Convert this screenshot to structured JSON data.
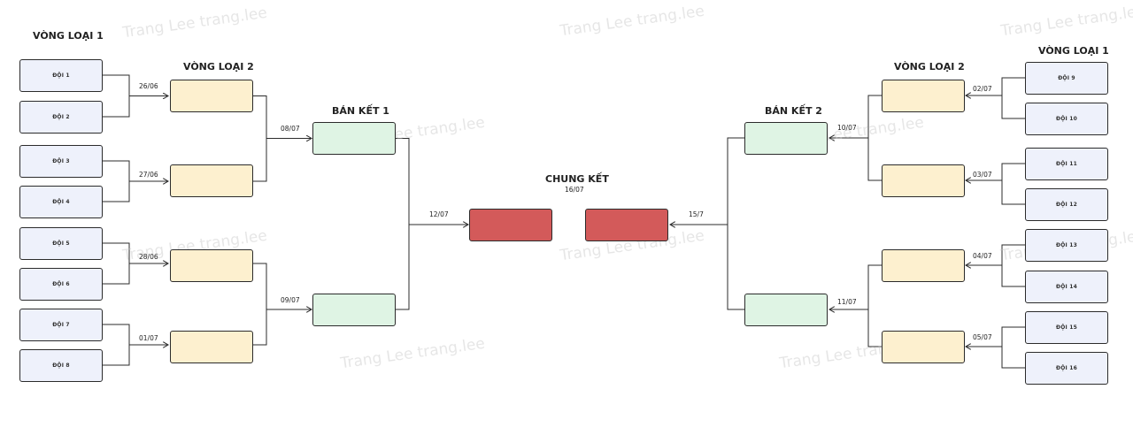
{
  "headers": {
    "left_r1": "VÒNG LOẠI 1",
    "left_r2": "VÒNG LOẠI 2",
    "left_sf": "BÁN KẾT 1",
    "final": "CHUNG KẾT",
    "final_date": "16/07",
    "right_sf": "BÁN KẾT 2",
    "right_r2": "VÒNG LOẠI 2",
    "right_r1": "VÒNG LOẠI 1"
  },
  "teams": [
    "ĐỘI 1",
    "ĐỘI 2",
    "ĐỘI 3",
    "ĐỘI 4",
    "ĐỘI 5",
    "ĐỘI 6",
    "ĐỘI 7",
    "ĐỘI 8",
    "ĐỘI 9",
    "ĐỘI 10",
    "ĐỘI 11",
    "ĐỘI 12",
    "ĐỘI 13",
    "ĐỘI 14",
    "ĐỘI 15",
    "ĐỘI 16"
  ],
  "dates": {
    "r1_left": [
      "26/06",
      "27/06",
      "28/06",
      "01/07"
    ],
    "sf_left": [
      "08/07",
      "09/07"
    ],
    "final_left": "12/07",
    "r1_right": [
      "02/07",
      "03/07",
      "04/07",
      "05/07"
    ],
    "sf_right": [
      "10/07",
      "11/07"
    ],
    "final_right": "15/7"
  },
  "watermark": "Trang Lee trang.lee",
  "colors": {
    "team": "#eef1fb",
    "round2": "#fdf0cf",
    "semifinal": "#dff4e4",
    "final": "#d35a5a",
    "line": "#2b2b2b"
  }
}
